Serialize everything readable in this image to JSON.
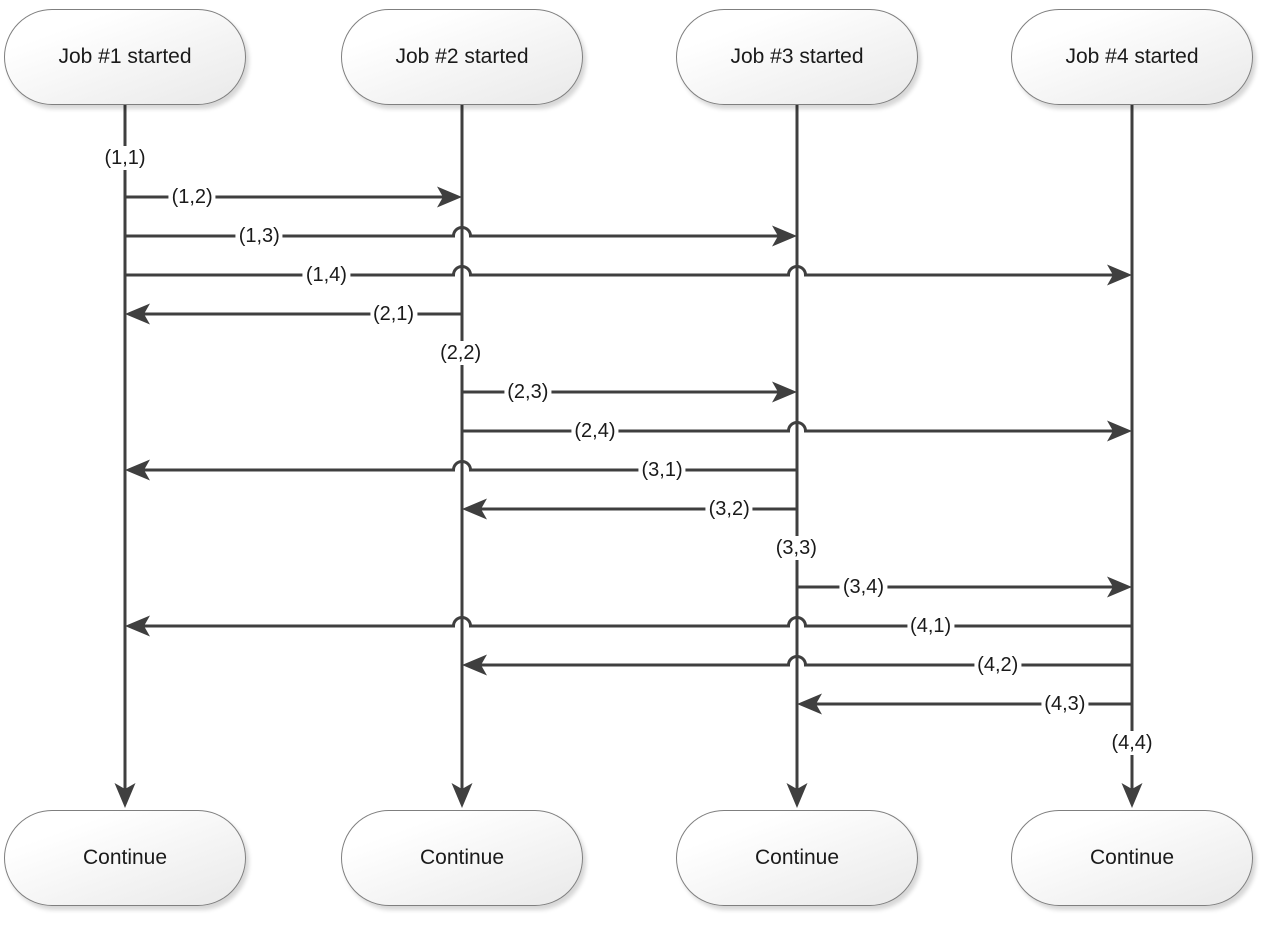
{
  "diagram": {
    "type": "message-sequence-diagram",
    "lanes": [
      {
        "id": 1,
        "start_label": "Job #1 started",
        "end_label": "Continue"
      },
      {
        "id": 2,
        "start_label": "Job #2 started",
        "end_label": "Continue"
      },
      {
        "id": 3,
        "start_label": "Job #3 started",
        "end_label": "Continue"
      },
      {
        "id": 4,
        "start_label": "Job #4 started",
        "end_label": "Continue"
      }
    ],
    "messages": [
      {
        "step": 1,
        "from": 1,
        "to": 1,
        "label": "(1,1)"
      },
      {
        "step": 2,
        "from": 1,
        "to": 2,
        "label": "(1,2)"
      },
      {
        "step": 3,
        "from": 1,
        "to": 3,
        "label": "(1,3)"
      },
      {
        "step": 4,
        "from": 1,
        "to": 4,
        "label": "(1,4)"
      },
      {
        "step": 5,
        "from": 2,
        "to": 1,
        "label": "(2,1)"
      },
      {
        "step": 6,
        "from": 2,
        "to": 2,
        "label": "(2,2)"
      },
      {
        "step": 7,
        "from": 2,
        "to": 3,
        "label": "(2,3)"
      },
      {
        "step": 8,
        "from": 2,
        "to": 4,
        "label": "(2,4)"
      },
      {
        "step": 9,
        "from": 3,
        "to": 1,
        "label": "(3,1)"
      },
      {
        "step": 10,
        "from": 3,
        "to": 2,
        "label": "(3,2)"
      },
      {
        "step": 11,
        "from": 3,
        "to": 3,
        "label": "(3,3)"
      },
      {
        "step": 12,
        "from": 3,
        "to": 4,
        "label": "(3,4)"
      },
      {
        "step": 13,
        "from": 4,
        "to": 1,
        "label": "(4,1)"
      },
      {
        "step": 14,
        "from": 4,
        "to": 2,
        "label": "(4,2)"
      },
      {
        "step": 15,
        "from": 4,
        "to": 3,
        "label": "(4,3)"
      },
      {
        "step": 16,
        "from": 4,
        "to": 4,
        "label": "(4,4)"
      }
    ],
    "colors": {
      "line": "#3f3f3f",
      "node_border": "#7f7f7f",
      "node_fill_top": "#ffffff",
      "node_fill_bottom": "#e9e9e9",
      "text": "#1a1a1a",
      "background": "#ffffff"
    }
  }
}
